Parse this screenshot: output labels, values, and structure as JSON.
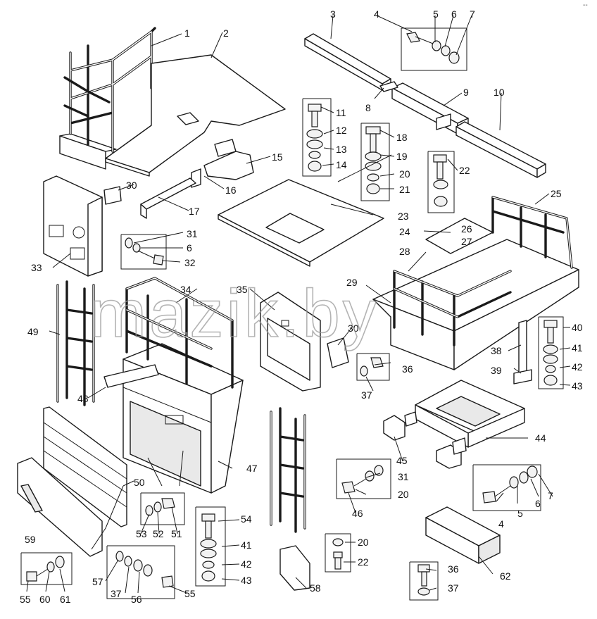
{
  "diagram": {
    "watermark": "mazik.by",
    "corner_mark": "--",
    "callouts": [
      "1",
      "2",
      "3",
      "4",
      "5",
      "6",
      "7",
      "8",
      "9",
      "10",
      "11",
      "12",
      "13",
      "14",
      "15",
      "16",
      "17",
      "18",
      "19",
      "20",
      "21",
      "22",
      "23",
      "24",
      "25",
      "26",
      "27",
      "28",
      "29",
      "30",
      "31",
      "6",
      "32",
      "33",
      "34",
      "35",
      "30",
      "36",
      "37",
      "38",
      "39",
      "40",
      "41",
      "42",
      "43",
      "44",
      "45",
      "4",
      "5",
      "6",
      "7",
      "46",
      "20",
      "31",
      "47",
      "48",
      "49",
      "50",
      "51",
      "52",
      "53",
      "54",
      "41",
      "42",
      "43",
      "20",
      "22",
      "58",
      "59",
      "55",
      "60",
      "61",
      "57",
      "37",
      "56",
      "55",
      "62",
      "36",
      "37"
    ]
  }
}
